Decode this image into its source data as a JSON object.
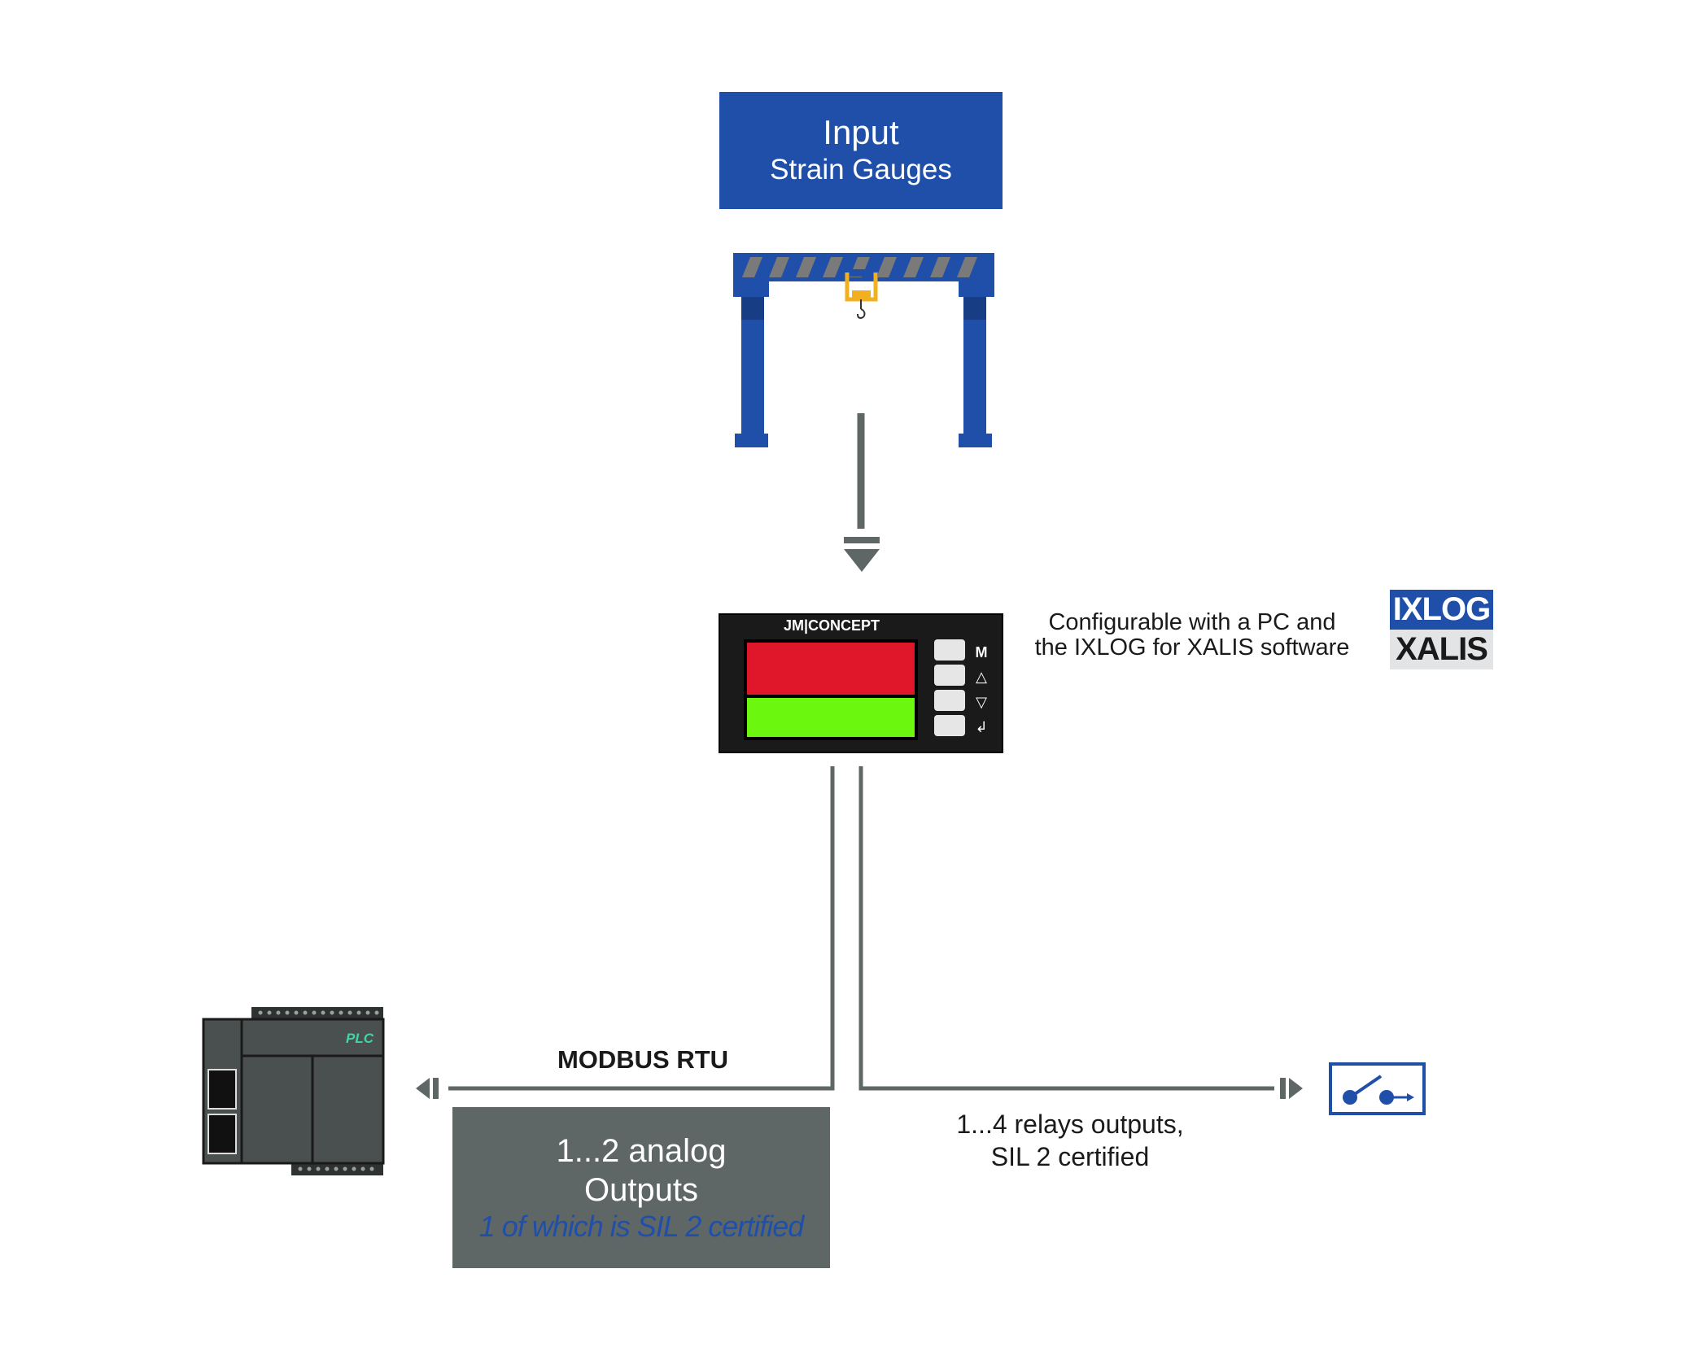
{
  "input": {
    "title": "Input",
    "subtitle": "Strain Gauges"
  },
  "device": {
    "brand": "JM|CONCEPT",
    "buttons": [
      {
        "label": "M"
      },
      {
        "label": "△"
      },
      {
        "label": "▽"
      },
      {
        "label": "↲"
      }
    ],
    "display_colors": {
      "top": "#e0162b",
      "bottom": "#6cf70e"
    }
  },
  "config": {
    "line1": "Configurable with a PC and",
    "line2": "the IXLOG for XALIS software"
  },
  "logo": {
    "top": "IXLOG",
    "bottom": "XALIS"
  },
  "plc": {
    "label": "PLC"
  },
  "modbus": {
    "label": "MODBUS RTU"
  },
  "analog": {
    "line1": "1...2 analog",
    "line2": "Outputs",
    "line3": "1 of which is SIL 2 certified"
  },
  "relays": {
    "line1": "1...4 relays outputs,",
    "line2": "SIL 2 certified"
  },
  "colors": {
    "brand_blue": "#1f4fa8",
    "connector_gray": "#5f6766",
    "relay_icon_blue": "#1f4fa8"
  },
  "icons": [
    "gantry-crane-icon",
    "plc-icon",
    "relay-switch-icon",
    "arrow-down-icon",
    "arrow-left-icon",
    "arrow-right-icon"
  ]
}
